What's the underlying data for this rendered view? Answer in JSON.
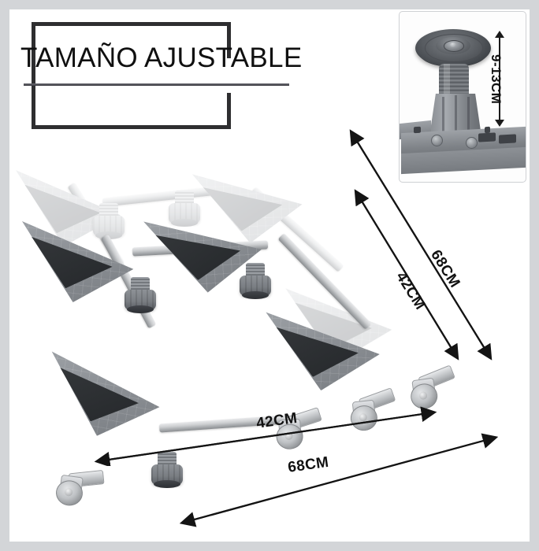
{
  "image": {
    "subject": "adjustable-appliance-base-stand",
    "background_color": "#d3d5d8",
    "canvas_color": "#ffffff"
  },
  "title": {
    "text": "TAMAÑO AJUSTABLE",
    "frame_color": "#2e2e30",
    "text_color": "#101010"
  },
  "inset": {
    "caption": "adjustable-foot-detail",
    "measure_label": "9-13CM"
  },
  "dimensions": {
    "diagonal_outer": "68CM",
    "diagonal_inner": "42CM",
    "bottom_inner": "42CM",
    "bottom_outer": "68CM"
  },
  "colors": {
    "plastic_dark": "#8d9196",
    "plastic_light": "#d2d4d7",
    "rubber_pad": "#2b2e31",
    "metal_bar": "#c9cbce",
    "arrow": "#141414"
  }
}
